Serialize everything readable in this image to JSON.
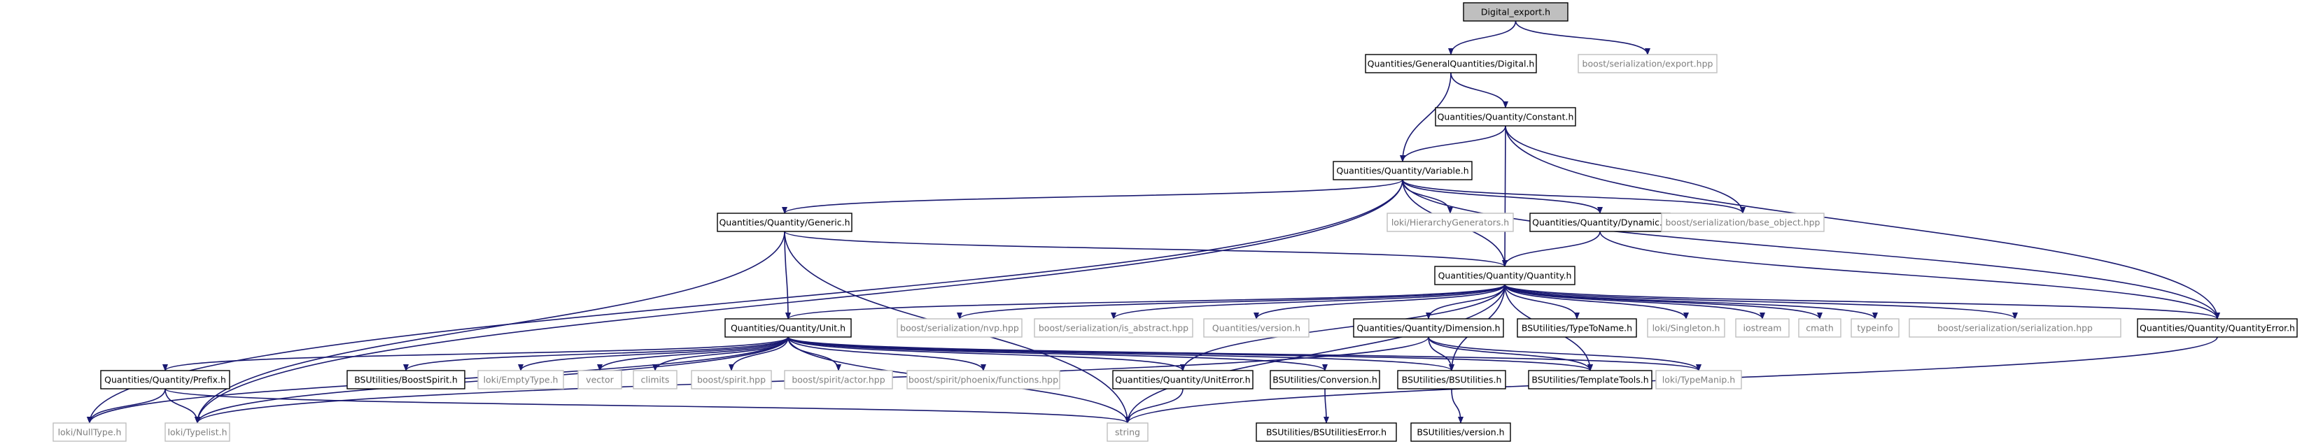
{
  "colors": {
    "edge": "#191970",
    "root_fill": "#bfbfbf",
    "documented_border": "#000000",
    "documented_fill": "#ffffff",
    "documented_text": "#000000",
    "external_border": "#bfbfbf",
    "external_fill": "#ffffff",
    "external_text": "#7f7f7f"
  },
  "nodes": [
    {
      "id": "digital_export",
      "label": "Digital_export.h",
      "kind": "root"
    },
    {
      "id": "digital",
      "label": "Quantities/GeneralQuantities/Digital.h",
      "kind": "documented"
    },
    {
      "id": "boost_export",
      "label": "boost/serialization/export.hpp",
      "kind": "external"
    },
    {
      "id": "constant",
      "label": "Quantities/Quantity/Constant.h",
      "kind": "documented"
    },
    {
      "id": "variable",
      "label": "Quantities/Quantity/Variable.h",
      "kind": "documented"
    },
    {
      "id": "generic",
      "label": "Quantities/Quantity/Generic.h",
      "kind": "documented"
    },
    {
      "id": "loki_hier",
      "label": "loki/HierarchyGenerators.h",
      "kind": "external"
    },
    {
      "id": "dynamic",
      "label": "Quantities/Quantity/Dynamic.h",
      "kind": "documented"
    },
    {
      "id": "base_object",
      "label": "boost/serialization/base_object.hpp",
      "kind": "external"
    },
    {
      "id": "quantity",
      "label": "Quantities/Quantity/Quantity.h",
      "kind": "documented"
    },
    {
      "id": "unit",
      "label": "Quantities/Quantity/Unit.h",
      "kind": "documented"
    },
    {
      "id": "mvp",
      "label": "boost/serialization/nvp.hpp",
      "kind": "external"
    },
    {
      "id": "is_abstract",
      "label": "boost/serialization/is_abstract.hpp",
      "kind": "external"
    },
    {
      "id": "qversion",
      "label": "Quantities/version.h",
      "kind": "external"
    },
    {
      "id": "dimension",
      "label": "Quantities/Quantity/Dimension.h",
      "kind": "documented"
    },
    {
      "id": "typetoname",
      "label": "BSUtilities/TypeToName.h",
      "kind": "documented"
    },
    {
      "id": "singleton",
      "label": "loki/Singleton.h",
      "kind": "external"
    },
    {
      "id": "iostream",
      "label": "iostream",
      "kind": "external"
    },
    {
      "id": "cmath",
      "label": "cmath",
      "kind": "external"
    },
    {
      "id": "typeinfo",
      "label": "typeinfo",
      "kind": "external"
    },
    {
      "id": "ser_ser",
      "label": "boost/serialization/serialization.hpp",
      "kind": "external"
    },
    {
      "id": "qerror",
      "label": "Quantities/Quantity/QuantityError.h",
      "kind": "documented"
    },
    {
      "id": "prefix",
      "label": "Quantities/Quantity/Prefix.h",
      "kind": "documented"
    },
    {
      "id": "boostspirit",
      "label": "BSUtilities/BoostSpirit.h",
      "kind": "documented"
    },
    {
      "id": "emptytype",
      "label": "loki/EmptyType.h",
      "kind": "external"
    },
    {
      "id": "vector",
      "label": "vector",
      "kind": "external"
    },
    {
      "id": "climits",
      "label": "climits",
      "kind": "external"
    },
    {
      "id": "spirit",
      "label": "boost/spirit.hpp",
      "kind": "external"
    },
    {
      "id": "spirit_actor",
      "label": "boost/spirit/actor.hpp",
      "kind": "external"
    },
    {
      "id": "phoenix",
      "label": "boost/spirit/phoenix/functions.hpp",
      "kind": "external"
    },
    {
      "id": "uniterror",
      "label": "Quantities/Quantity/UnitError.h",
      "kind": "documented"
    },
    {
      "id": "conversion",
      "label": "BSUtilities/Conversion.h",
      "kind": "documented"
    },
    {
      "id": "bsutilities",
      "label": "BSUtilities/BSUtilities.h",
      "kind": "documented"
    },
    {
      "id": "templatetools",
      "label": "BSUtilities/TemplateTools.h",
      "kind": "documented"
    },
    {
      "id": "typemanip",
      "label": "loki/TypeManip.h",
      "kind": "external"
    },
    {
      "id": "nulltype",
      "label": "loki/NullType.h",
      "kind": "external"
    },
    {
      "id": "typelist",
      "label": "loki/Typelist.h",
      "kind": "external"
    },
    {
      "id": "string",
      "label": "string",
      "kind": "external"
    },
    {
      "id": "bserror",
      "label": "BSUtilities/BSUtilitiesError.h",
      "kind": "documented"
    },
    {
      "id": "bsversion",
      "label": "BSUtilities/version.h",
      "kind": "documented"
    }
  ],
  "edges": [
    [
      "digital_export",
      "digital"
    ],
    [
      "digital_export",
      "boost_export"
    ],
    [
      "digital",
      "constant"
    ],
    [
      "digital",
      "variable"
    ],
    [
      "constant",
      "variable"
    ],
    [
      "constant",
      "quantity"
    ],
    [
      "constant",
      "base_object"
    ],
    [
      "constant",
      "qerror"
    ],
    [
      "variable",
      "generic"
    ],
    [
      "variable",
      "loki_hier"
    ],
    [
      "variable",
      "dynamic"
    ],
    [
      "variable",
      "base_object"
    ],
    [
      "variable",
      "quantity"
    ],
    [
      "variable",
      "qerror"
    ],
    [
      "variable",
      "nulltype"
    ],
    [
      "variable",
      "typelist"
    ],
    [
      "generic",
      "unit"
    ],
    [
      "generic",
      "quantity"
    ],
    [
      "generic",
      "typelist"
    ],
    [
      "generic",
      "string"
    ],
    [
      "dynamic",
      "quantity"
    ],
    [
      "dynamic",
      "qerror"
    ],
    [
      "quantity",
      "unit"
    ],
    [
      "quantity",
      "mvp"
    ],
    [
      "quantity",
      "is_abstract"
    ],
    [
      "quantity",
      "qversion"
    ],
    [
      "quantity",
      "dimension"
    ],
    [
      "quantity",
      "typetoname"
    ],
    [
      "quantity",
      "singleton"
    ],
    [
      "quantity",
      "iostream"
    ],
    [
      "quantity",
      "cmath"
    ],
    [
      "quantity",
      "typeinfo"
    ],
    [
      "quantity",
      "ser_ser"
    ],
    [
      "quantity",
      "qerror"
    ],
    [
      "quantity",
      "bsutilities"
    ],
    [
      "quantity",
      "templatetools"
    ],
    [
      "quantity",
      "uniterror"
    ],
    [
      "quantity",
      "string"
    ],
    [
      "unit",
      "prefix"
    ],
    [
      "unit",
      "boostspirit"
    ],
    [
      "unit",
      "emptytype"
    ],
    [
      "unit",
      "vector"
    ],
    [
      "unit",
      "climits"
    ],
    [
      "unit",
      "spirit"
    ],
    [
      "unit",
      "spirit_actor"
    ],
    [
      "unit",
      "phoenix"
    ],
    [
      "unit",
      "uniterror"
    ],
    [
      "unit",
      "conversion"
    ],
    [
      "unit",
      "bsutilities"
    ],
    [
      "unit",
      "templatetools"
    ],
    [
      "unit",
      "typemanip"
    ],
    [
      "unit",
      "nulltype"
    ],
    [
      "unit",
      "typelist"
    ],
    [
      "unit",
      "string"
    ],
    [
      "dimension",
      "bsutilities"
    ],
    [
      "dimension",
      "templatetools"
    ],
    [
      "dimension",
      "typemanip"
    ],
    [
      "dimension",
      "typelist"
    ],
    [
      "prefix",
      "nulltype"
    ],
    [
      "prefix",
      "typelist"
    ],
    [
      "prefix",
      "string"
    ],
    [
      "uniterror",
      "string"
    ],
    [
      "conversion",
      "bserror"
    ],
    [
      "bsutilities",
      "bsversion"
    ],
    [
      "qerror",
      "string"
    ]
  ]
}
